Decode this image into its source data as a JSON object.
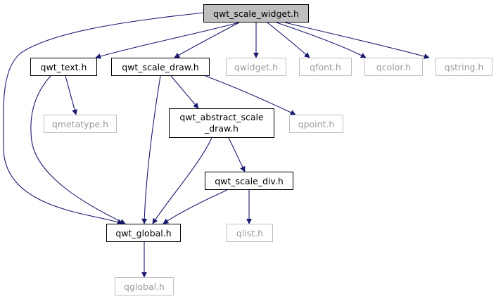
{
  "colors": {
    "edge": "#191970",
    "root_fill": "#bfbfbf",
    "local_border": "#000000",
    "external_border": "#bfbfbf",
    "external_text": "#9a9a9a"
  },
  "nodes": {
    "qwt_scale_widget": "qwt_scale_widget.h",
    "qwt_text": "qwt_text.h",
    "qwt_scale_draw": "qwt_scale_draw.h",
    "qwidget": "qwidget.h",
    "qfont": "qfont.h",
    "qcolor": "qcolor.h",
    "qstring": "qstring.h",
    "qmetatype": "qmetatype.h",
    "qwt_abstract_scale_draw": "qwt_abstract_scale\n_draw.h",
    "qpoint": "qpoint.h",
    "qwt_scale_div": "qwt_scale_div.h",
    "qwt_global": "qwt_global.h",
    "qlist": "qlist.h",
    "qglobal": "qglobal.h"
  },
  "edges": [
    [
      "qwt_scale_widget",
      "qwt_text"
    ],
    [
      "qwt_scale_widget",
      "qwt_scale_draw"
    ],
    [
      "qwt_scale_widget",
      "qwidget"
    ],
    [
      "qwt_scale_widget",
      "qfont"
    ],
    [
      "qwt_scale_widget",
      "qcolor"
    ],
    [
      "qwt_scale_widget",
      "qstring"
    ],
    [
      "qwt_scale_widget",
      "qwt_global"
    ],
    [
      "qwt_text",
      "qmetatype"
    ],
    [
      "qwt_text",
      "qwt_global"
    ],
    [
      "qwt_scale_draw",
      "qwt_abstract_scale_draw"
    ],
    [
      "qwt_scale_draw",
      "qpoint"
    ],
    [
      "qwt_scale_draw",
      "qwt_global"
    ],
    [
      "qwt_abstract_scale_draw",
      "qwt_scale_div"
    ],
    [
      "qwt_abstract_scale_draw",
      "qwt_global"
    ],
    [
      "qwt_scale_div",
      "qwt_global"
    ],
    [
      "qwt_scale_div",
      "qlist"
    ],
    [
      "qwt_global",
      "qglobal"
    ]
  ]
}
